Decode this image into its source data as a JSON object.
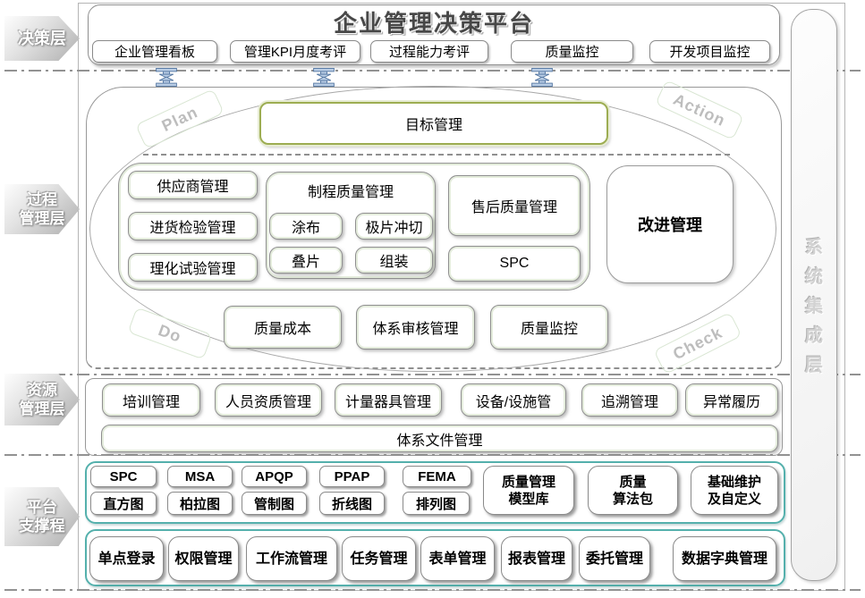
{
  "layers": {
    "decision": {
      "label": "决策层"
    },
    "process": {
      "lines": [
        "过程",
        "管理层"
      ]
    },
    "resource": {
      "lines": [
        "资源",
        "管理层"
      ]
    },
    "platform": {
      "lines": [
        "平台",
        "支撑程"
      ]
    }
  },
  "right_panel": {
    "label": "系统集成层",
    "chars": [
      "系",
      "统",
      "集",
      "成",
      "层"
    ]
  },
  "decision_layer": {
    "title": "企业管理决策平台",
    "buttons": [
      "企业管理看板",
      "管理KPI月度考评",
      "过程能力考评",
      "质量监控",
      "开发项目监控"
    ]
  },
  "process_layer": {
    "pdca": [
      "Plan",
      "Do",
      "Check",
      "Action"
    ],
    "goal": "目标管理",
    "left_boxes": [
      "供应商管理",
      "进货检验管理",
      "理化试验管理"
    ],
    "process_group": {
      "title": "制程质量管理",
      "items": [
        "涂布",
        "极片冲切",
        "叠片",
        "组装"
      ]
    },
    "right_boxes": [
      "售后质量管理",
      "SPC"
    ],
    "improve": "改进管理",
    "bottom_boxes": [
      "质量成本",
      "体系审核管理",
      "质量监控"
    ]
  },
  "resource_layer": {
    "boxes": [
      "培训管理",
      "人员资质管理",
      "计量器具管理",
      "设备/设施管",
      "追溯管理",
      "异常履历"
    ],
    "wide_box": "体系文件管理"
  },
  "platform_layer": {
    "tools_top": [
      "SPC",
      "MSA",
      "APQP",
      "PPAP",
      "FEMA"
    ],
    "tools_bottom": [
      "直方图",
      "柏拉图",
      "管制图",
      "折线图",
      "排列图"
    ],
    "modules": [
      [
        "质量管理",
        "模型库"
      ],
      [
        "质量",
        "算法包"
      ],
      [
        "基础维护",
        "及自定义"
      ]
    ]
  },
  "base_layer": {
    "boxes": [
      "单点登录",
      "权限管理",
      "工作流管理",
      "任务管理",
      "表单管理",
      "报表管理",
      "委托管理",
      "数据字典管理"
    ]
  }
}
